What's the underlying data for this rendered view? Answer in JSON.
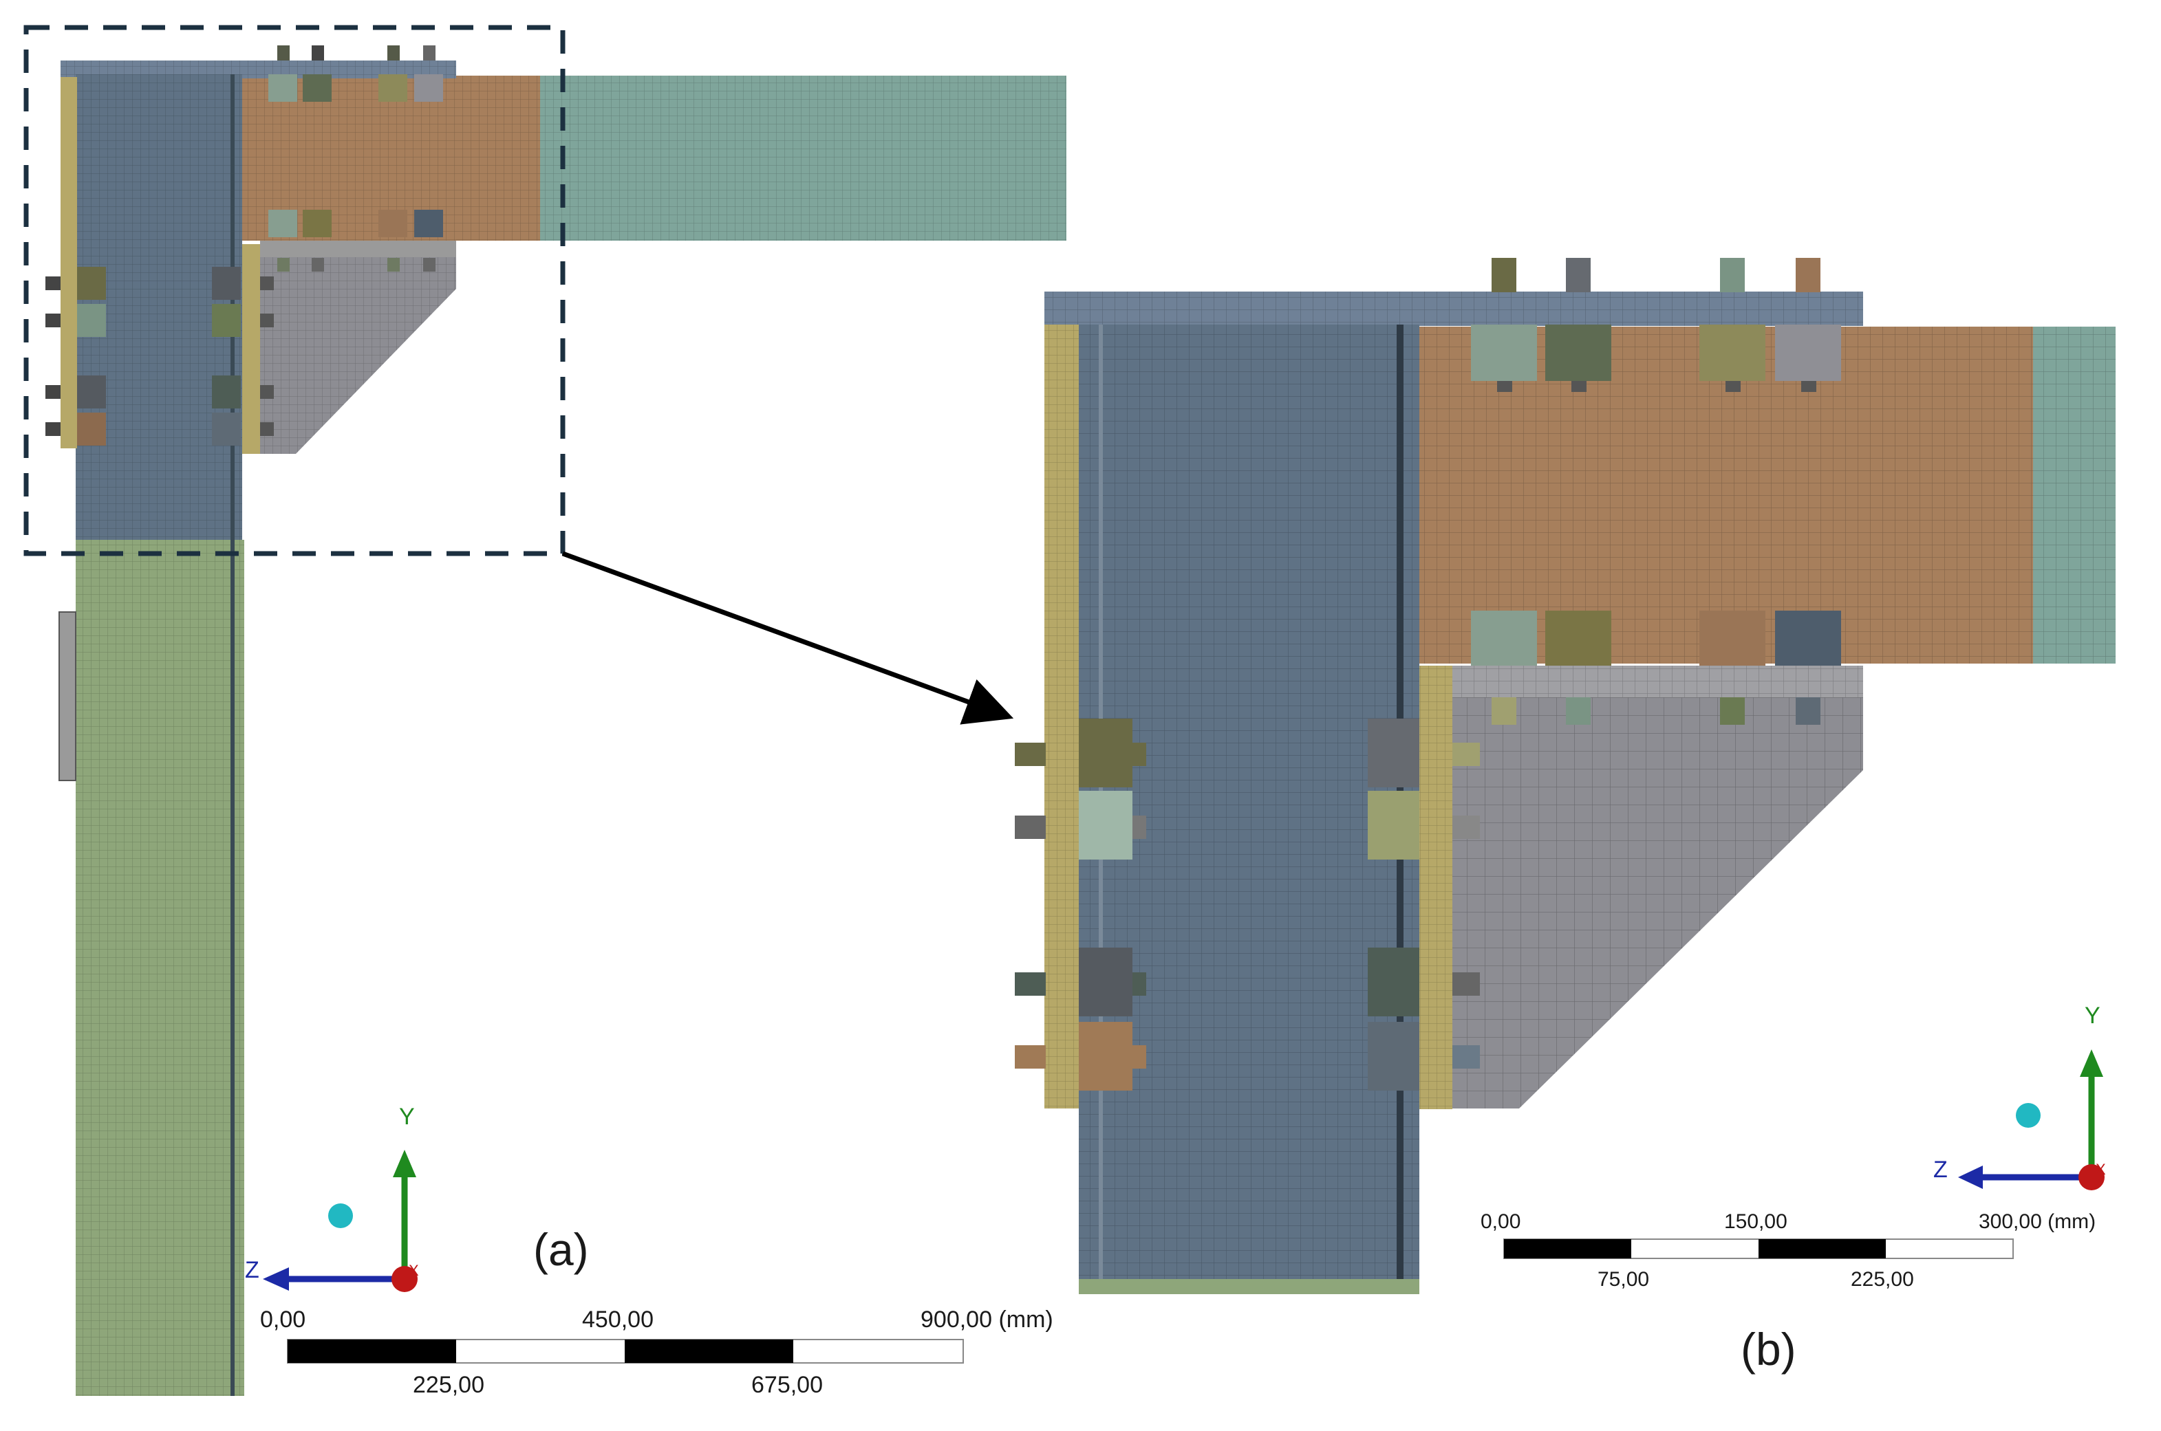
{
  "panel_a": {
    "label": "(a)",
    "scale_top": [
      "0,00",
      "450,00",
      "900,00 (mm)"
    ],
    "scale_bottom": [
      "225,00",
      "675,00"
    ]
  },
  "panel_b": {
    "label": "(b)",
    "scale_top": [
      "0,00",
      "150,00",
      "300,00 (mm)"
    ],
    "scale_bottom": [
      "75,00",
      "225,00"
    ]
  },
  "triad": {
    "y": "Y",
    "z": "Z",
    "x": "X"
  },
  "colors": {
    "column": "#5f7285",
    "beam_upper": "#7fa59b",
    "beam_lower": "#8ea67a",
    "end_plate": "#a77f5c",
    "plate_yellow": "#b6a868",
    "stiffener_gray": "#8d8d93",
    "box_dash": "#1c3040"
  }
}
